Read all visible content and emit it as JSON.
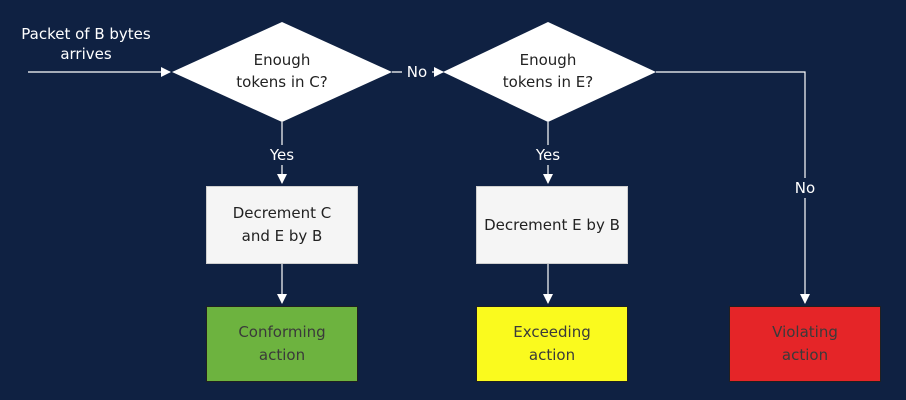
{
  "start": {
    "line1": "Packet of B bytes",
    "line2": "arrives"
  },
  "decision_c": {
    "line1": "Enough",
    "line2": "tokens in C?"
  },
  "decision_e": {
    "line1": "Enough",
    "line2": "tokens in E?"
  },
  "edges": {
    "no_ce": "No",
    "yes_c": "Yes",
    "yes_e": "Yes",
    "no_e": "No"
  },
  "process_c": {
    "line1": "Decrement C",
    "line2": "and E by B"
  },
  "process_e": {
    "line1": "Decrement E by B"
  },
  "outcomes": {
    "conform": {
      "line1": "Conforming",
      "line2": "action",
      "color": "#6db33f"
    },
    "exceed": {
      "line1": "Exceeding",
      "line2": "action",
      "color": "#fafa1e"
    },
    "violate": {
      "line1": "Violating",
      "line2": "action",
      "color": "#e52528"
    }
  },
  "colors": {
    "background": "#0f2142",
    "connector": "#ffffff",
    "node_fill": "#ffffff"
  }
}
